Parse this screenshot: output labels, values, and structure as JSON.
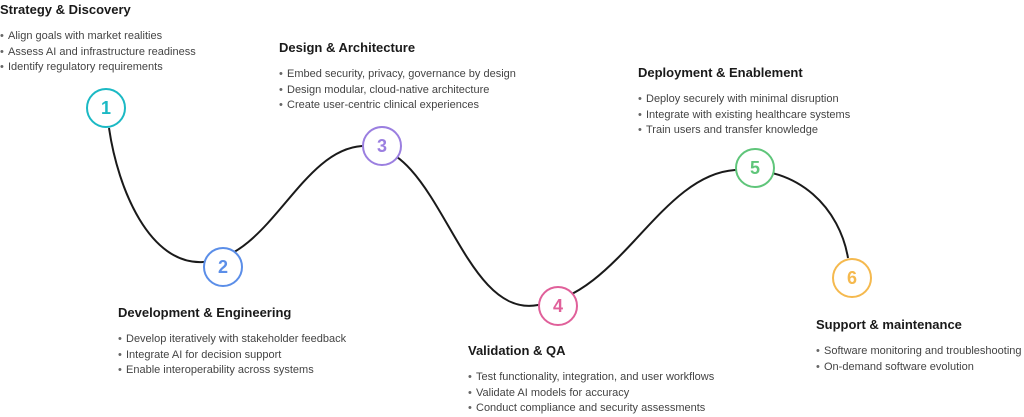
{
  "stages": [
    {
      "number": "1",
      "title": "Strategy & Discovery",
      "color": "#1bb9c4",
      "bullets": [
        "Align goals with market realities",
        "Assess AI and infrastructure readiness",
        "Identify regulatory requirements"
      ]
    },
    {
      "number": "2",
      "title": "Development & Engineering",
      "color": "#5b8ee8",
      "bullets": [
        "Develop iteratively with stakeholder feedback",
        "Integrate AI for decision support",
        "Enable interoperability across systems"
      ]
    },
    {
      "number": "3",
      "title": "Design & Architecture",
      "color": "#9b7fe0",
      "bullets": [
        "Embed security, privacy, governance by design",
        "Design modular, cloud-native architecture",
        "Create user-centric clinical experiences"
      ]
    },
    {
      "number": "4",
      "title": "Validation & QA",
      "color": "#e0609a",
      "bullets": [
        "Test functionality, integration, and user workflows",
        "Validate AI models for accuracy",
        "Conduct compliance and security assessments"
      ]
    },
    {
      "number": "5",
      "title": "Deployment & Enablement",
      "color": "#5fc57a",
      "bullets": [
        "Deploy securely with minimal disruption",
        "Integrate with existing healthcare systems",
        "Train users and transfer knowledge"
      ]
    },
    {
      "number": "6",
      "title": "Support & maintenance",
      "color": "#f5b94e",
      "bullets": [
        "Software monitoring and troubleshooting",
        "On-demand software evolution"
      ]
    }
  ],
  "curve_color": "#1a1a1a"
}
